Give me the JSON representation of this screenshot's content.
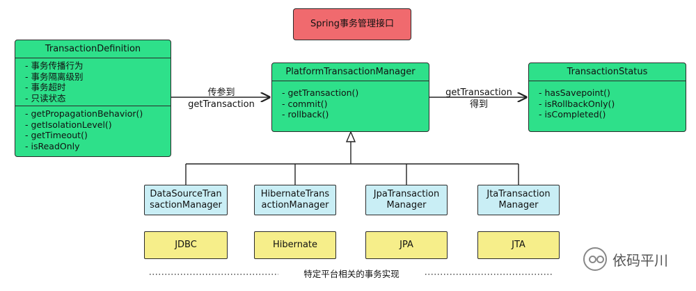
{
  "spring_interface": {
    "label": "Spring事务管理接口"
  },
  "transaction_definition": {
    "title": "TransactionDefinition",
    "attributes": [
      "- 事务传播行为",
      "- 事务隔离级别",
      "- 事务超时",
      "- 只读状态"
    ],
    "methods": [
      "- getPropagationBehavior()",
      "- getIsolationLevel()",
      "- getTimeout()",
      "- isReadOnly"
    ]
  },
  "platform_manager": {
    "title": "PlatformTransactionManager",
    "methods": [
      "- getTransaction()",
      "- commit()",
      "- rollback()"
    ]
  },
  "transaction_status": {
    "title": "TransactionStatus",
    "methods": [
      "- hasSavepoint()",
      "- isRollbackOnly()",
      "- isCompleted()"
    ]
  },
  "arrow_left_label": [
    "传参到",
    "getTransaction"
  ],
  "arrow_right_label": [
    "getTransaction",
    "得到"
  ],
  "implementations": [
    {
      "lines": [
        "DataSourceTran",
        "sactionManager"
      ],
      "tech": "JDBC"
    },
    {
      "lines": [
        "HibernateTrans",
        "actionManager"
      ],
      "tech": "Hibernate"
    },
    {
      "lines": [
        "JpaTransaction",
        "Manager"
      ],
      "tech": "JPA"
    },
    {
      "lines": [
        "JtaTransaction",
        "Manager"
      ],
      "tech": "JTA"
    }
  ],
  "footer": {
    "label": "特定平台相关的事务实现"
  },
  "watermark": {
    "text": "依码平川",
    "icon": "wechat-icon"
  }
}
